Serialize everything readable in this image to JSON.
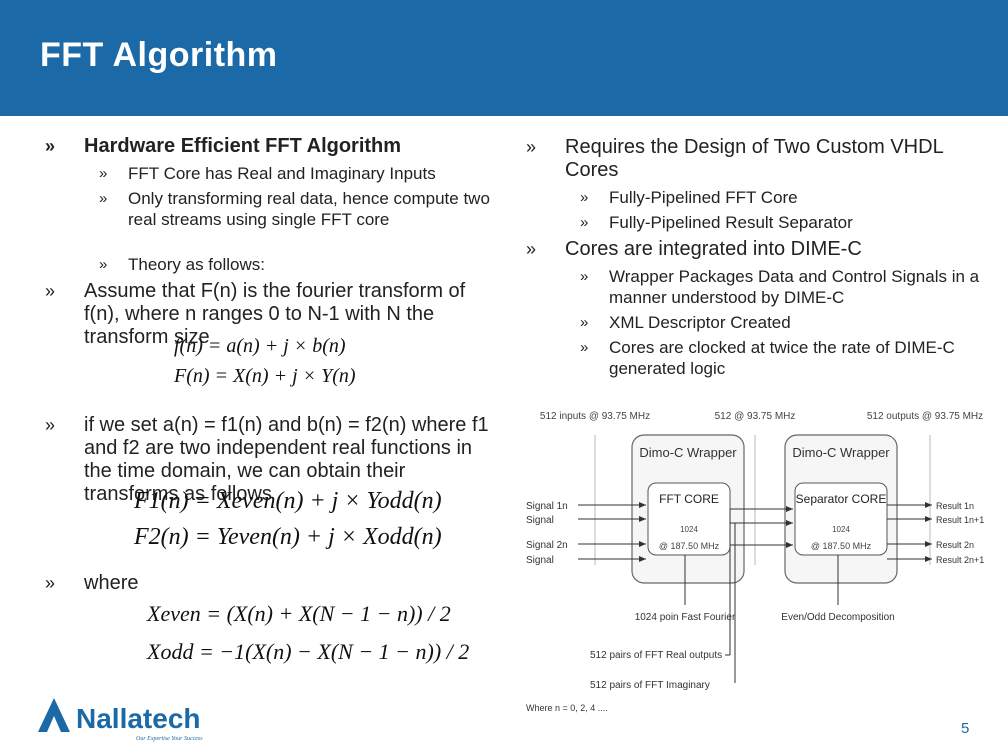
{
  "title": "FFT Algorithm",
  "bullet_mark": "»",
  "left": {
    "b1": "Hardware Efficient FFT Algorithm",
    "b1_sub": [
      "FFT Core has Real and Imaginary Inputs",
      "Only transforming real data, hence compute two real streams using single FFT core",
      "Theory as follows:"
    ],
    "b2": "Assume that F(n) is the fourier transform of f(n), where n ranges 0 to N-1 with N the transform size",
    "b3": "if we set a(n) = f1(n) and b(n) = f2(n) where f1 and f2 are two independent real functions in the time domain, we can obtain their transforms as follows",
    "b4": "where",
    "eq1": "f(n) = a(n) + j × b(n)",
    "eq2": "F(n) = X(n) + j × Y(n)",
    "eq3": "F1(n) = Xeven(n) + j × Yodd(n)",
    "eq4": "F2(n) = Yeven(n) + j × Xodd(n)",
    "eq5": "Xeven = (X(n) + X(N − 1 − n)) / 2",
    "eq6": "Xodd = −1(X(n) − X(N − 1 − n)) / 2"
  },
  "right": {
    "b1": "Requires the Design of Two Custom VHDL Cores",
    "b1_sub": [
      "Fully-Pipelined FFT Core",
      "Fully-Pipelined Result Separator"
    ],
    "b2": "Cores are integrated into DIME-C",
    "b2_sub": [
      "Wrapper Packages Data and Control Signals in a manner understood by DIME-C",
      "XML Descriptor Created",
      "Cores are clocked at twice the rate of DIME-C generated logic"
    ]
  },
  "diagram": {
    "top_labels": [
      "512 inputs @ 93.75 MHz",
      "512 @ 93.75 MHz",
      "512 outputs @ 93.75 MHz"
    ],
    "wrapper1": "Dimo-C Wrapper",
    "wrapper2": "Dimo-C Wrapper",
    "core1_title": "FFT CORE",
    "core1_size": "1024",
    "core1_clock": "@ 187.50 MHz",
    "core2_title": "Separator CORE",
    "core2_size": "1024",
    "core2_clock": "@ 187.50 MHz",
    "inputs": [
      "Signal 1n",
      "Signal",
      "Signal 2n",
      "Signal"
    ],
    "outputs": [
      "Result 1n",
      "Result 1n+1",
      "Result 2n",
      "Result 2n+1"
    ],
    "under1": "1024 poin Fast Fourier",
    "under2": "Even/Odd Decomposition",
    "note1": "512 pairs of FFT Real outputs",
    "note2": "512 pairs of FFT Imaginary",
    "note3": "Where n = 0, 2, 4 ...."
  },
  "footer": {
    "logo_text": "Nallatech",
    "tagline": "Our Expertise Your Success",
    "page_number": "5"
  },
  "colors": {
    "header": "#1b69a6",
    "logo_blue": "#1b69a6"
  }
}
